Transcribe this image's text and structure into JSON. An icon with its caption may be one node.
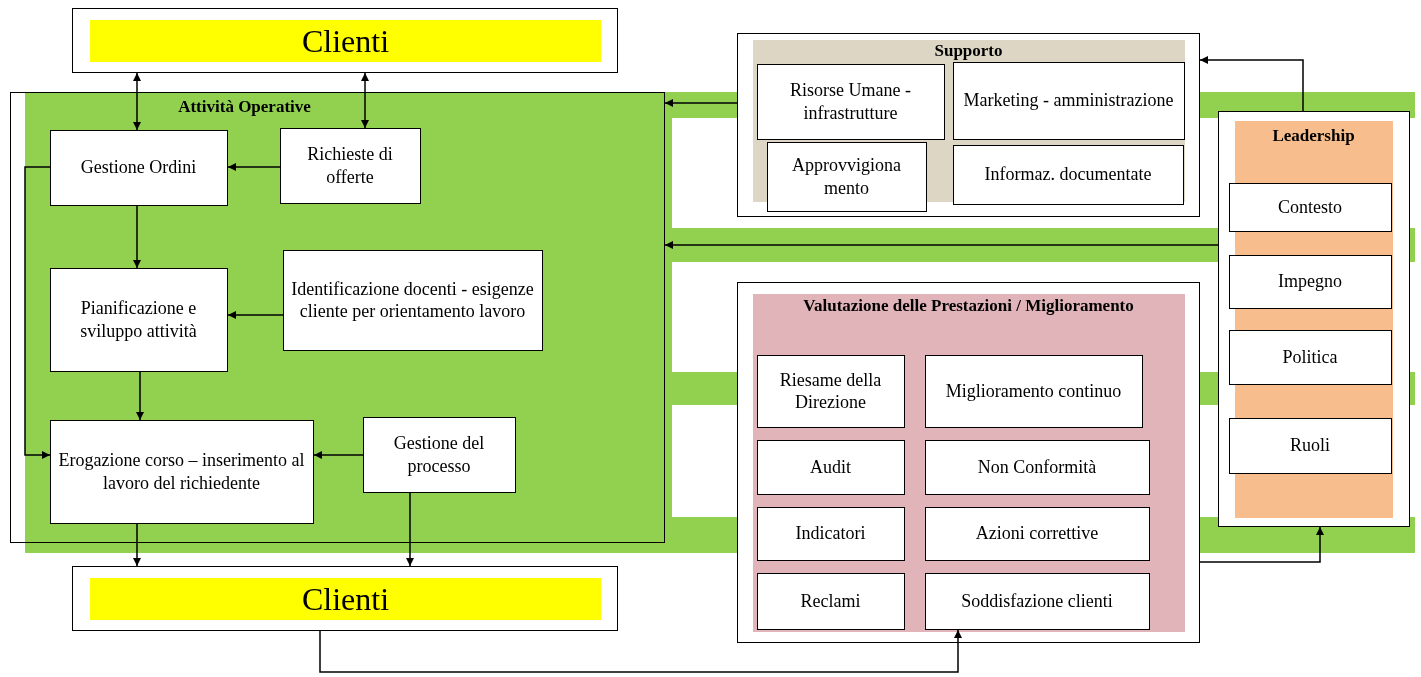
{
  "diagram": {
    "nodes": [
      {
        "text": [
          "Clienti"
        ]
      },
      {
        "text": [
          "Attività Operative"
        ]
      },
      {
        "text": [
          "Gestione Ordini"
        ],
        "in": 1
      },
      {
        "text": [
          "Richieste di offerte"
        ],
        "in": 1
      },
      {
        "text": [
          "Pianificazione e sviluppo attività"
        ],
        "in": 1
      },
      {
        "text": [
          "Identificazione docenti - esigenze cliente per orientamento lavoro"
        ],
        "in": 1
      },
      {
        "text": [
          "Erogazione corso – inserimento al lavoro del richiedente"
        ],
        "in": 1
      },
      {
        "text": [
          "Gestione del processo"
        ],
        "in": 1
      },
      {
        "text": [
          "Clienti"
        ]
      },
      {
        "text": [
          "Supporto"
        ]
      },
      {
        "text": [
          "Risorse Umane - infrastrutture"
        ],
        "in": 9
      },
      {
        "text": [
          "Marketing - amministrazione"
        ],
        "in": 9
      },
      {
        "text": [
          "Approvvigiona mento"
        ],
        "in": 9
      },
      {
        "text": [
          "Informaz. documentate"
        ],
        "in": 9
      },
      {
        "text": [
          "Valutazione delle Prestazioni / Miglioramento"
        ]
      },
      {
        "text": [
          "Riesame della Direzione"
        ],
        "in": 14
      },
      {
        "text": [
          "Miglioramento continuo"
        ],
        "in": 14
      },
      {
        "text": [
          "Audit"
        ],
        "in": 14
      },
      {
        "text": [
          "Non Conformità"
        ],
        "in": 14
      },
      {
        "text": [
          "Indicatori"
        ],
        "in": 14
      },
      {
        "text": [
          "Azioni correttive"
        ],
        "in": 14
      },
      {
        "text": [
          "Reclami"
        ],
        "in": 14
      },
      {
        "text": [
          "Soddisfazione clienti"
        ],
        "in": 14
      },
      {
        "text": [
          "Leadership"
        ]
      },
      {
        "text": [
          "Contesto"
        ],
        "in": 23
      },
      {
        "text": [
          "Impegno"
        ],
        "in": 23
      },
      {
        "text": [
          "Politica"
        ],
        "in": 23
      },
      {
        "text": [
          "Ruoli"
        ],
        "in": 23
      }
    ],
    "edges": [
      {
        "from": 0,
        "to": 2,
        "arrow": "both"
      },
      {
        "from": 0,
        "to": 3,
        "arrow": "both"
      },
      {
        "from": 3,
        "to": 2,
        "arrow": "to"
      },
      {
        "from": 2,
        "to": 4,
        "arrow": "to"
      },
      {
        "from": 5,
        "to": 4,
        "arrow": "to"
      },
      {
        "from": 4,
        "to": 6,
        "arrow": "to"
      },
      {
        "from": 7,
        "to": 6,
        "arrow": "to"
      },
      {
        "from": 6,
        "to": 8,
        "arrow": "to"
      },
      {
        "from": 7,
        "to": 8,
        "arrow": "to"
      },
      {
        "from": 2,
        "to": 6,
        "arrow": "to"
      },
      {
        "from": 9,
        "to": 1,
        "arrow": "to"
      },
      {
        "from": 23,
        "to": 1,
        "arrow": "to"
      },
      {
        "from": 23,
        "to": 9,
        "arrow": "to"
      },
      {
        "from": 14,
        "to": 23,
        "arrow": "to"
      },
      {
        "from": 8,
        "to": 22,
        "arrow": "to"
      }
    ]
  }
}
